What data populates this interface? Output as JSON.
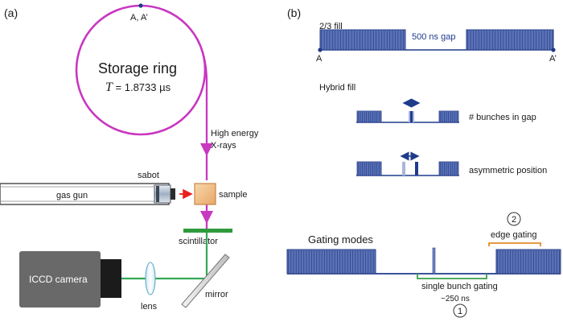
{
  "colors": {
    "ring": "#c837c0",
    "navy": "#1f3b8a",
    "bunch_fill": "#5a73b8",
    "bunch_line": "#2a3f86",
    "bunch_light": "#a9b6dc",
    "beam": "#34a854",
    "red_arrow": "#e8231d",
    "sample": "#f3c18a",
    "sample_edge": "#c4864a",
    "camera": "#696969",
    "gate_green": "#3aa04a",
    "gate_orange": "#e58a2c"
  },
  "panel_a": {
    "label": "(a)",
    "ring_point": "A, A’",
    "ring_title": "Storage ring",
    "period_symbol": "T",
    "period_value": " = 1.8733 µs",
    "xray_line1": "High energy",
    "xray_line2": "X-rays",
    "sabot": "sabot",
    "gas_gun": "gas gun",
    "sample": "sample",
    "scintillator": "scintillator",
    "camera": "ICCD camera",
    "lens": "lens",
    "mirror": "mirror"
  },
  "panel_b": {
    "label": "(b)",
    "fill_23": {
      "title": "2/3 fill",
      "gap_label": "500 ns gap",
      "start_label": "A",
      "end_label": "A’"
    },
    "hybrid": {
      "title": "Hybrid fill",
      "row1_label": "# bunches in gap",
      "row2_label": "asymmetric position"
    },
    "gating": {
      "title": "Gating modes",
      "mode1_num": "1",
      "mode1_label": "single bunch gating",
      "mode1_time": "~250 ns",
      "mode2_num": "2",
      "mode2_label": "edge gating"
    }
  }
}
